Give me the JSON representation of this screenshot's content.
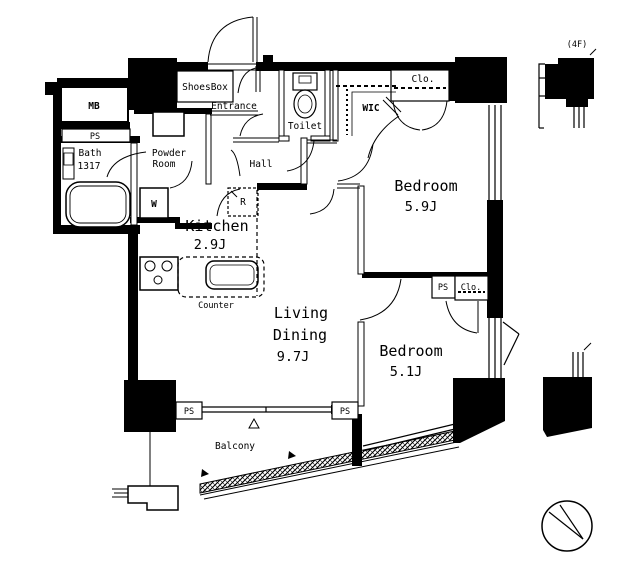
{
  "plan": {
    "floor_note": "(4F)",
    "rooms": {
      "living_dining": {
        "line1": "Living",
        "line2": "Dining",
        "size": "9.7J"
      },
      "kitchen": {
        "name": "Kitchen",
        "size": "2.9J"
      },
      "bedroom_a": {
        "name": "Bedroom",
        "size": "5.9J"
      },
      "bedroom_b": {
        "name": "Bedroom",
        "size": "5.1J"
      },
      "bath": {
        "name": "Bath",
        "size": "1317"
      },
      "powder": {
        "line1": "Powder",
        "line2": "Room"
      },
      "toilet": {
        "name": "Toilet"
      },
      "hall": {
        "name": "Hall"
      },
      "entrance": {
        "name": "Entrance"
      },
      "shoes_box": {
        "name": "ShoesBox"
      },
      "wic": {
        "name": "WIC"
      },
      "balcony": {
        "name": "Balcony"
      }
    },
    "fixtures": {
      "counter": "Counter",
      "refrigerator": "R",
      "washer": "W"
    },
    "closets": {
      "bedroom_a": "Clo.",
      "bedroom_b": "Clo."
    },
    "utility": {
      "mb": "MB",
      "ps_left": "PS",
      "ps_mid": "PS",
      "ps_balcony_left": "PS",
      "ps_balcony_right": "PS"
    },
    "colors": {
      "line": "#000000",
      "background": "#ffffff"
    }
  }
}
